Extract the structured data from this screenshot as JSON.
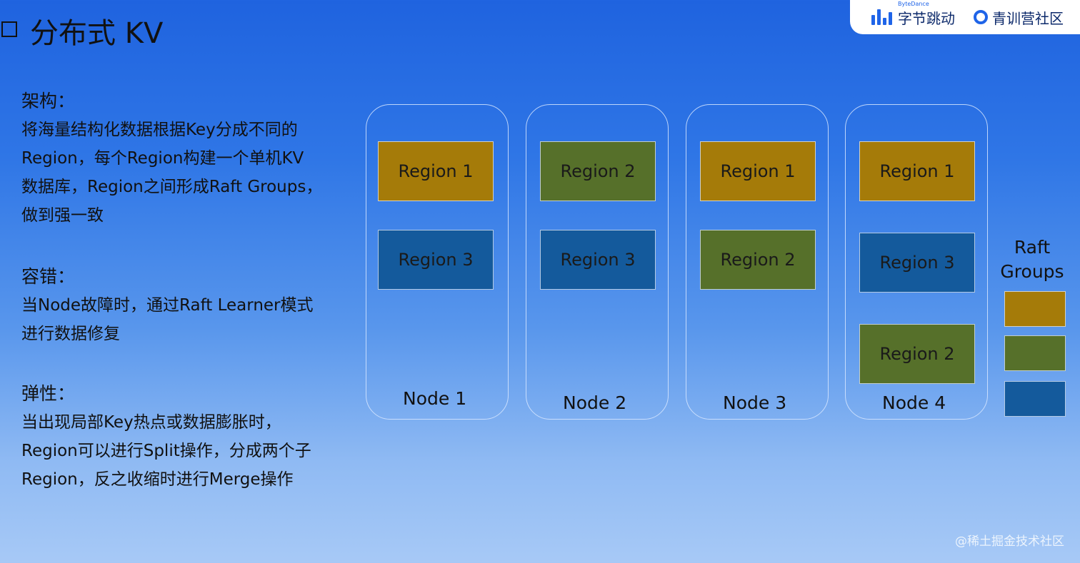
{
  "header": {
    "title": "分布式 KV"
  },
  "brand": {
    "small_text": "ByteDance",
    "company": "字节跳动",
    "community": "青训营社区"
  },
  "sections": {
    "arch_head": "架构：",
    "arch_lines": [
      "将海量结构化数据根据Key分成不同的",
      "Region，每个Region构建一个单机KV",
      "数据库，Region之间形成Raft Groups，",
      "做到强一致"
    ],
    "fault_head": "容错：",
    "fault_lines": [
      "当Node故障时，通过Raft Learner模式",
      "进行数据修复"
    ],
    "elastic_head": "弹性：",
    "elastic_lines": [
      "当出现局部Key热点或数据膨胀时，",
      "Region可以进行Split操作，分成两个子",
      "Region，反之收缩时进行Merge操作"
    ]
  },
  "colors": {
    "region1": "#a57b09",
    "region2": "#56702a",
    "region3": "#145a9c"
  },
  "nodes": [
    {
      "label": "Node 1",
      "regions": [
        {
          "name": "Region 1",
          "group": "region1"
        },
        {
          "name": "Region 3",
          "group": "region3"
        }
      ]
    },
    {
      "label": "Node 2",
      "regions": [
        {
          "name": "Region 2",
          "group": "region2"
        },
        {
          "name": "Region 3",
          "group": "region3"
        }
      ]
    },
    {
      "label": "Node 3",
      "regions": [
        {
          "name": "Region 1",
          "group": "region1"
        },
        {
          "name": "Region 2",
          "group": "region2"
        }
      ]
    },
    {
      "label": "Node 4",
      "regions": [
        {
          "name": "Region 1",
          "group": "region1"
        },
        {
          "name": "Region 3",
          "group": "region3"
        },
        {
          "name": "Region 2",
          "group": "region2"
        }
      ]
    }
  ],
  "legend": {
    "title_line1": "Raft",
    "title_line2": "Groups"
  },
  "watermark": "@稀土掘金技术社区"
}
